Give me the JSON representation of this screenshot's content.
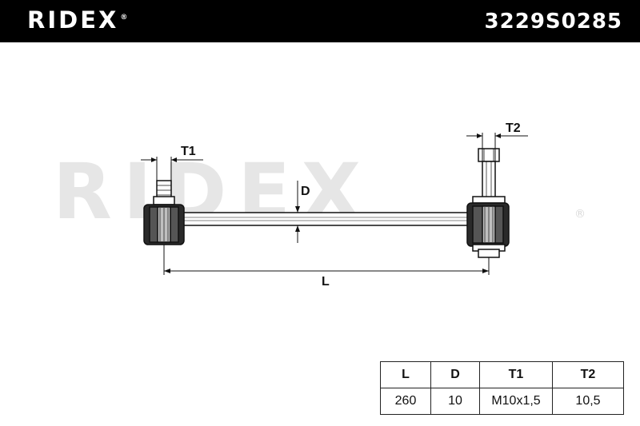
{
  "header": {
    "brand": "RIDEX",
    "brand_mark": "®",
    "part_number": "3229S0285"
  },
  "watermark": {
    "text": "RIDEX",
    "mark": "®"
  },
  "dimensions": {
    "T1": "T1",
    "T2": "T2",
    "D": "D",
    "L": "L"
  },
  "spec_table": {
    "headers": [
      "L",
      "D",
      "T1",
      "T2"
    ],
    "values": [
      "260",
      "10",
      "M10x1,5",
      "10,5"
    ]
  },
  "colors": {
    "header_bg": "#000000",
    "header_text": "#ffffff",
    "watermark": "#e6e6e6",
    "line": "#111111"
  }
}
